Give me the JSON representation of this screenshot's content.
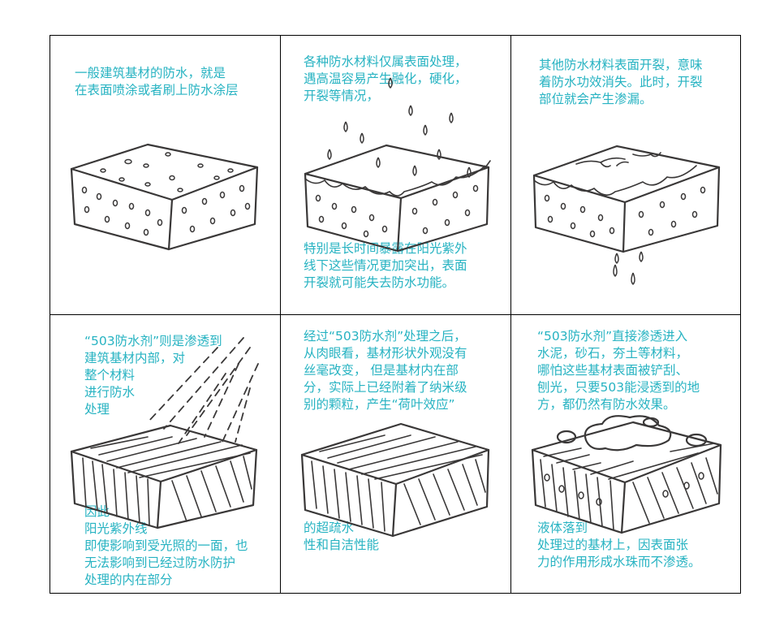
{
  "panels": [
    {
      "id": "p1",
      "captions": [
        "一般建筑基材的防水，就是\n在表面喷涂或者刷上防水涂层"
      ]
    },
    {
      "id": "p2",
      "captions": [
        "各种防水材料仅属表面处理，\n遇高温容易产生融化，硬化，\n开裂等情况，",
        "特别是长时间暴露在阳光紫外\n线下这些情况更加突出，表面\n开裂就可能失去防水功能。"
      ]
    },
    {
      "id": "p3",
      "captions": [
        "其他防水材料表面开裂，意味\n着防水功效消失。此时，开裂\n部位就会产生渗漏。"
      ]
    },
    {
      "id": "p4",
      "captions": [
        "“503防水剂”则是渗透到\n建筑基材内部，对\n整个材料\n进行防水\n处理",
        "因此\n阳光紫外线\n即使影响到受光照的一面，也\n无法影响到已经过防水防护\n处理的内在部分"
      ]
    },
    {
      "id": "p5",
      "captions": [
        "经过“503防水剂”处理之后，\n从肉眼看，基材形状外观没有\n丝毫改变，  但是基材内在部\n分，实际上已经附着了纳米级\n别的颗粒，产生“荷叶效应”",
        "的超疏水\n性和自洁性能"
      ]
    },
    {
      "id": "p6",
      "captions": [
        "“503防水剂”直接渗透进入\n水泥，砂石，夯土等材料，\n哪怕这些基材表面被铲刮、\n刨光，只要503能浸透到的地\n方，都仍然有防水效果。",
        "液体落到\n处理过的基材上，因表面张\n力的作用形成水珠而不渗透。"
      ]
    }
  ],
  "colors": {
    "caption": "#27b3c2",
    "grid": "#000000",
    "sketch": "#3a3838"
  },
  "illustrations": [
    {
      "panel": "p1",
      "icon": "coated-block-icon"
    },
    {
      "panel": "p2",
      "icon": "melting-coated-block-icon"
    },
    {
      "panel": "p3",
      "icon": "cracked-leaking-block-icon"
    },
    {
      "panel": "p4",
      "icon": "penetrated-block-icon"
    },
    {
      "panel": "p5",
      "icon": "treated-block-icon"
    },
    {
      "panel": "p6",
      "icon": "water-bead-block-icon"
    }
  ]
}
